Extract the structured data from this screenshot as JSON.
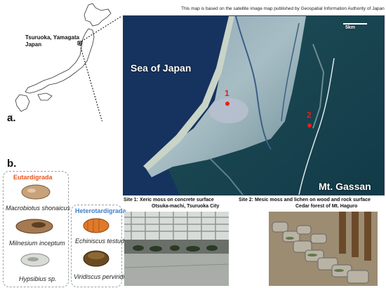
{
  "panel_a_label": "a.",
  "panel_b_label": "b.",
  "map_credit": "This map is based on the satellite image map published by Geospatial Information Authority of Japan",
  "location": {
    "line1": "Tsuruoka, Yamagata",
    "line2": "Japan"
  },
  "map_labels": {
    "sea": "Sea of Japan",
    "mountain": "Mt. Gassan",
    "scale": "5km",
    "site1": "1",
    "site2": "2"
  },
  "groups": {
    "eutardigrada": {
      "title": "Eutardigrada",
      "title_color": "#e8541c",
      "species": [
        "Macrobiotus shonaicus",
        "Milnesium inceptum",
        "Hypsibius sp."
      ]
    },
    "heterotardigrada": {
      "title": "Heterotardigrada",
      "title_color": "#3f7fc9",
      "species": [
        "Echiniscus testudo",
        "Viridiscus perviridis"
      ]
    }
  },
  "site1": {
    "line1": "Site 1: Xeric moss on concrete surface",
    "line2": "Otsuka-machi, Tsuruoka City"
  },
  "site2": {
    "line1": "Site 2: Mesic moss and lichen on wood and rock surface",
    "line2": "Cedar forest of Mt. Haguro"
  },
  "colors": {
    "site_marker": "#e81e1e",
    "sea": "#16335f"
  }
}
